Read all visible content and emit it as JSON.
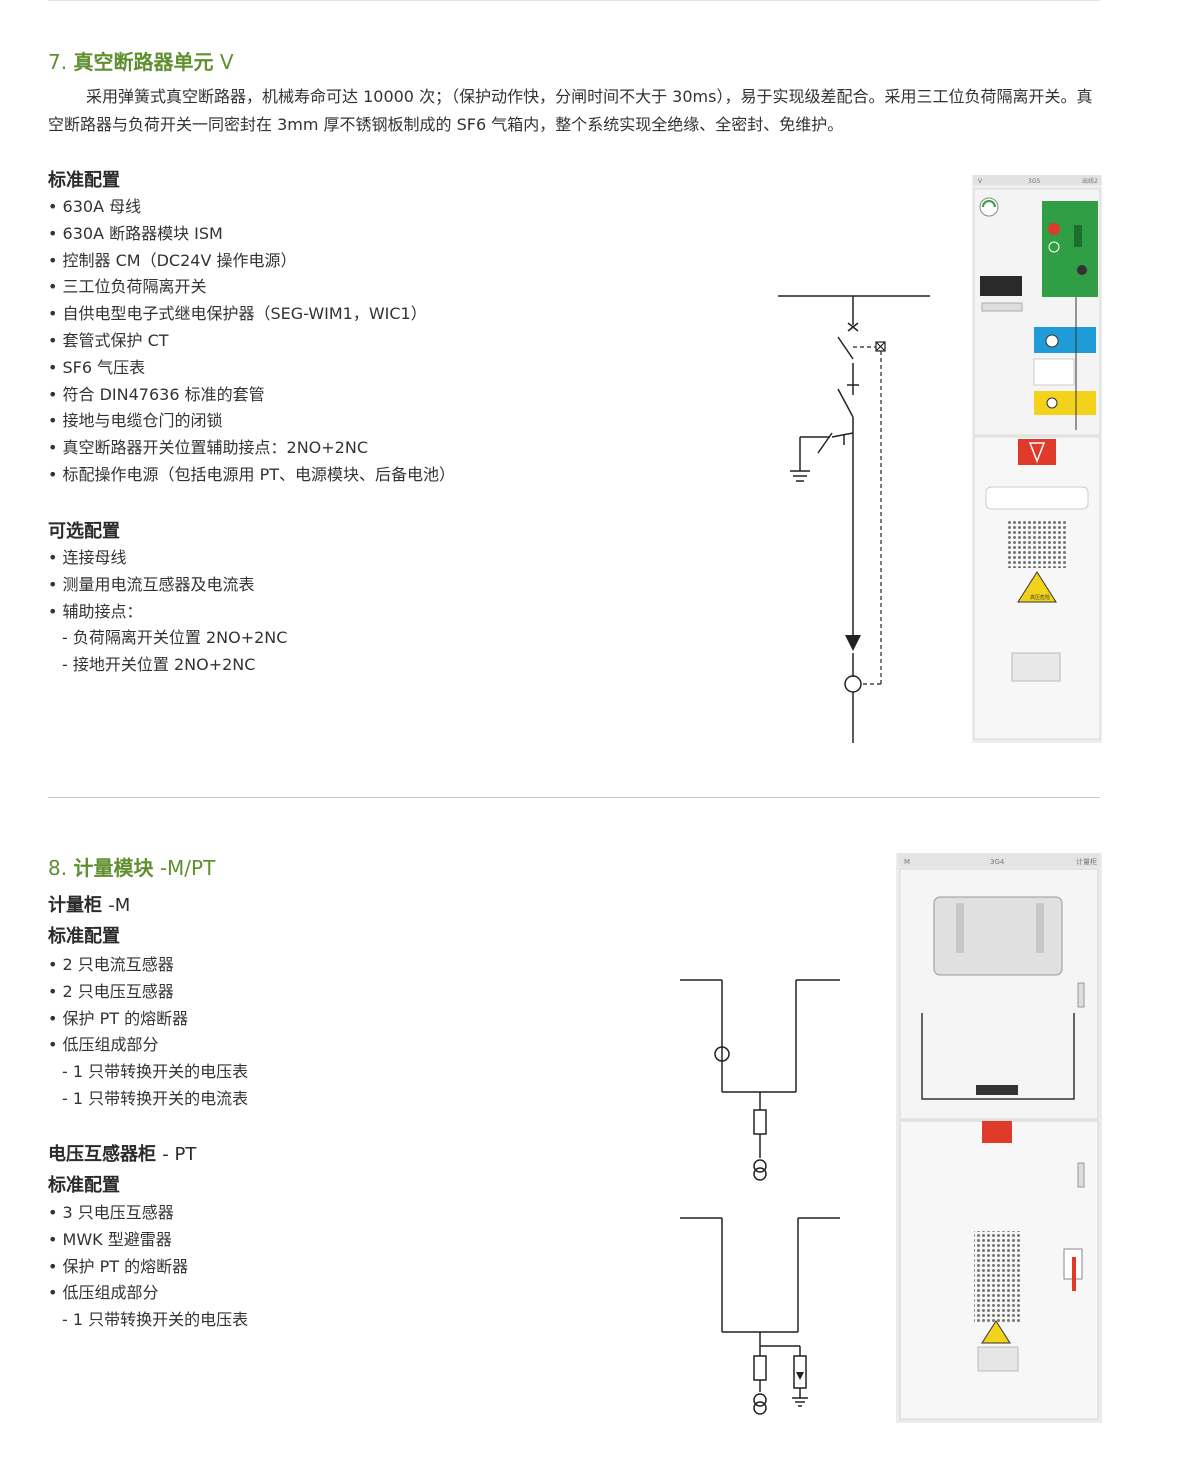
{
  "section7": {
    "number": "7.",
    "title": "真空断路器单元",
    "suffix": "V",
    "description": "采用弹簧式真空断路器，机械寿命可达 10000 次；（保护动作快，分闸时间不大于 30ms），易于实现级差配合。采用三工位负荷隔离开关。真空断路器与负荷开关一同密封在 3mm 厚不锈钢板制成的 SF6 气箱内，整个系统实现全绝缘、全密封、免维护。",
    "standard_heading": "标准配置",
    "standard_items": [
      "• 630A 母线",
      "• 630A 断路器模块 ISM",
      "• 控制器 CM（DC24V 操作电源）",
      "• 三工位负荷隔离开关",
      "• 自供电型电子式继电保护器（SEG-WIM1，WIC1）",
      "• 套管式保护 CT",
      "• SF6 气压表",
      "• 符合 DIN47636 标准的套管",
      "• 接地与电缆仓门的闭锁",
      "• 真空断路器开关位置辅助接点：2NO+2NC",
      "• 标配操作电源（包括电源用 PT、电源模块、后备电池）"
    ],
    "optional_heading": "可选配置",
    "optional_items": [
      "• 连接母线",
      "• 测量用电流互感器及电流表",
      "• 辅助接点：",
      "- 负荷隔离开关位置 2NO+2NC",
      "- 接地开关位置 2NO+2NC"
    ],
    "cabinet_labels": [
      "V",
      "3G5",
      "出线2"
    ]
  },
  "section8": {
    "number": "8.",
    "title": "计量模块",
    "suffix": "-M/PT",
    "m_heading_bold": "计量柜",
    "m_heading_light": "-M",
    "m_standard_heading": "标准配置",
    "m_items": [
      "• 2 只电流互感器",
      "• 2 只电压互感器",
      "• 保护 PT 的熔断器",
      "• 低压组成部分",
      "- 1 只带转换开关的电压表",
      "- 1 只带转换开关的电流表"
    ],
    "pt_heading_bold": "电压互感器柜",
    "pt_heading_light": "- PT",
    "pt_standard_heading": "标准配置",
    "pt_items": [
      "• 3 只电压互感器",
      "• MWK 型避雷器",
      "• 保护 PT 的熔断器",
      "• 低压组成部分",
      "- 1 只带转换开关的电压表"
    ],
    "cabinet_labels": [
      "M",
      "3G4",
      "计量柜"
    ]
  },
  "colors": {
    "accent_green": "#5f8f2f",
    "panel_green": "#2f9e44",
    "panel_blue": "#1f9bd7",
    "panel_yellow": "#f2d21b",
    "warning_red": "#e03a2a"
  }
}
